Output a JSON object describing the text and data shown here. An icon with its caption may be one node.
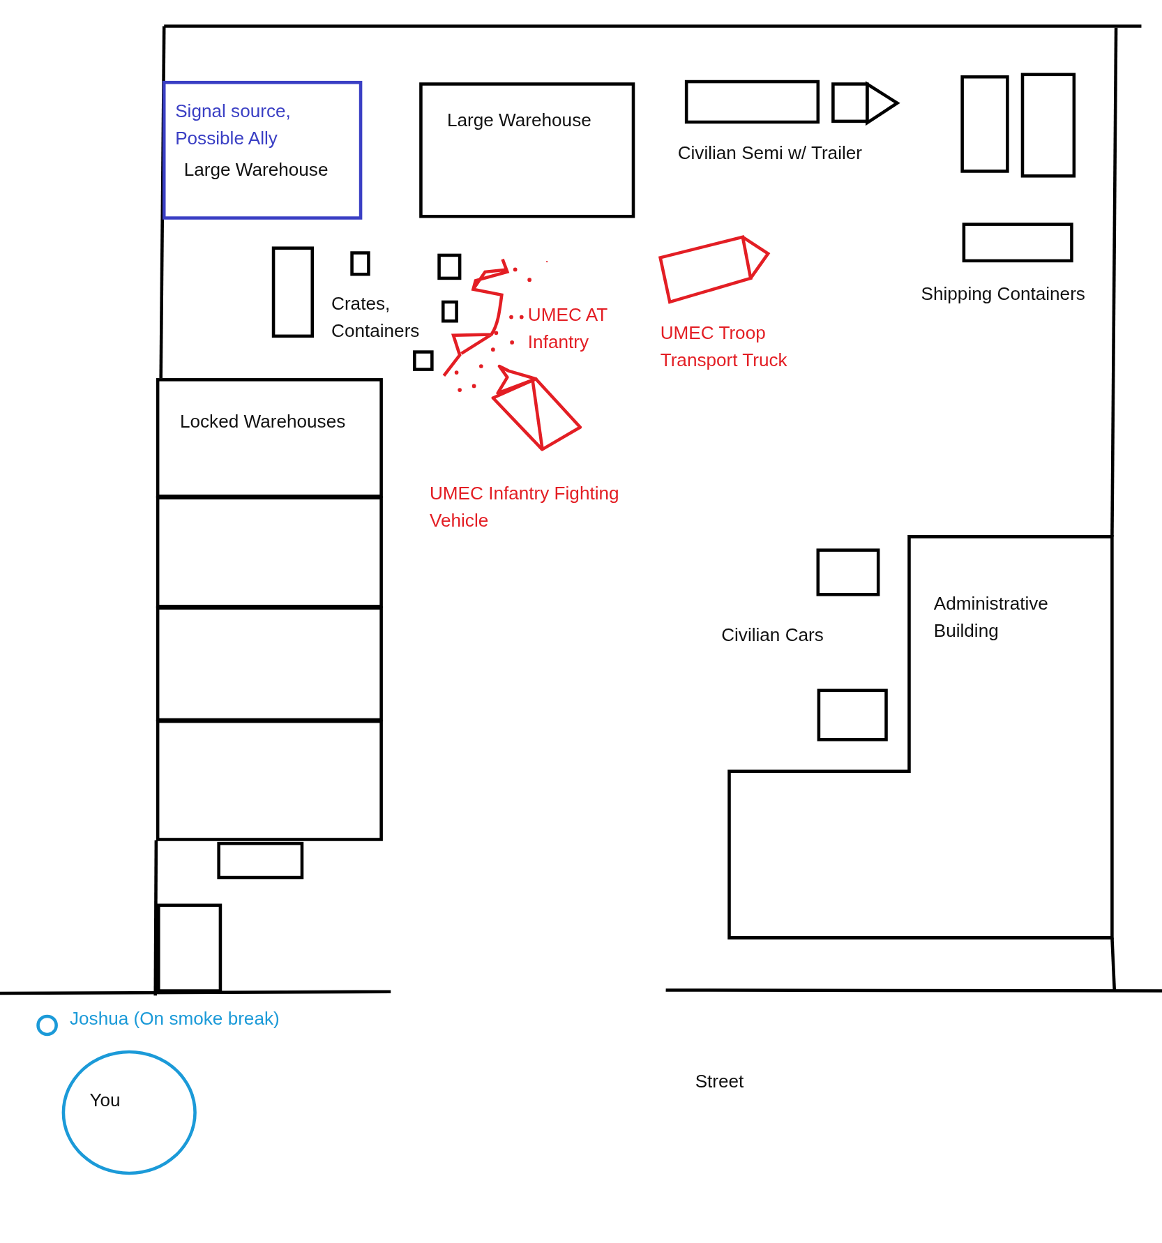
{
  "diagram": {
    "nodes": [
      {
        "text": [
          "Signal source, Possible Ally",
          "Large Warehouse"
        ]
      },
      {
        "text": [
          "Large Warehouse"
        ]
      },
      {
        "text": [],
        "shape": "box"
      },
      {
        "text": [],
        "shape": "box"
      },
      {
        "text": [],
        "shape": "box"
      },
      {
        "text": [],
        "shape": "box"
      },
      {
        "text": [],
        "shape": "box"
      },
      {
        "text": [],
        "shape": "box"
      },
      {
        "text": [],
        "shape": "box"
      },
      {
        "text": [],
        "shape": "box"
      },
      {
        "text": [
          "Locked Warehouses"
        ]
      },
      {
        "text": [],
        "shape": "box"
      },
      {
        "text": [],
        "shape": "box"
      },
      {
        "text": [],
        "shape": "box"
      },
      {
        "text": [],
        "shape": "box"
      },
      {
        "text": [],
        "shape": "box"
      },
      {
        "text": [],
        "shape": "box"
      },
      {
        "text": [],
        "shape": "box"
      },
      {
        "text": [
          "Administrative Building"
        ]
      },
      {
        "text": [],
        "shape": "circle",
        "beside": [
          "Joshua (On smoke break)"
        ]
      },
      {
        "text": [
          "You"
        ]
      }
    ],
    "labels": [
      "Civilian Semi w/ Trailer",
      "Shipping Containers",
      "Crates, Containers",
      "UMEC AT Infantry",
      "UMEC Troop Transport Truck",
      "UMEC Infantry Fighting Vehicle",
      "Civilian Cars",
      "Street"
    ]
  }
}
